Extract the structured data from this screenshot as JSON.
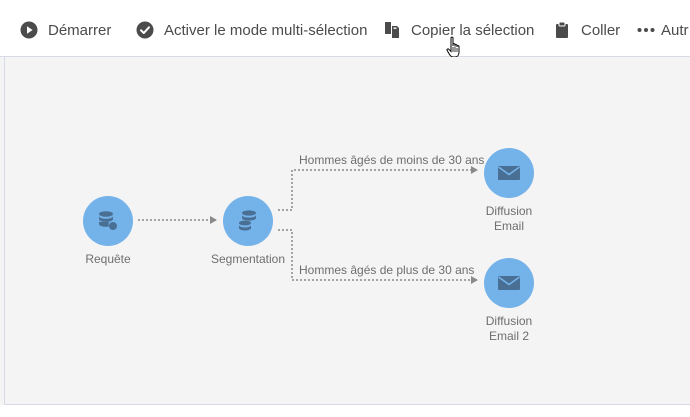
{
  "toolbar": {
    "start_label": "Démarrer",
    "multiselect_label": "Activer le mode multi-sélection",
    "copy_label": "Copier la sélection",
    "paste_label": "Coller",
    "more_label": "Autr"
  },
  "workflow": {
    "nodes": {
      "requete": {
        "label": "Requête",
        "icon": "database-query-icon"
      },
      "segmentation": {
        "label": "Segmentation",
        "icon": "database-split-icon"
      },
      "email1": {
        "label_line1": "Diffusion",
        "label_line2": "Email",
        "icon": "envelope-icon"
      },
      "email2": {
        "label_line1": "Diffusion",
        "label_line2": "Email 2",
        "icon": "envelope-icon"
      }
    },
    "links": {
      "seg_to_email1": "Hommes âgés de moins de 30 ans",
      "seg_to_email2": "Hommes âgés de plus de 30 ans"
    }
  },
  "colors": {
    "node_fill": "#74b2ea",
    "canvas_bg": "#f4f4f4",
    "icon_dark": "#4b4b4b",
    "connector": "#8a8a8a"
  }
}
